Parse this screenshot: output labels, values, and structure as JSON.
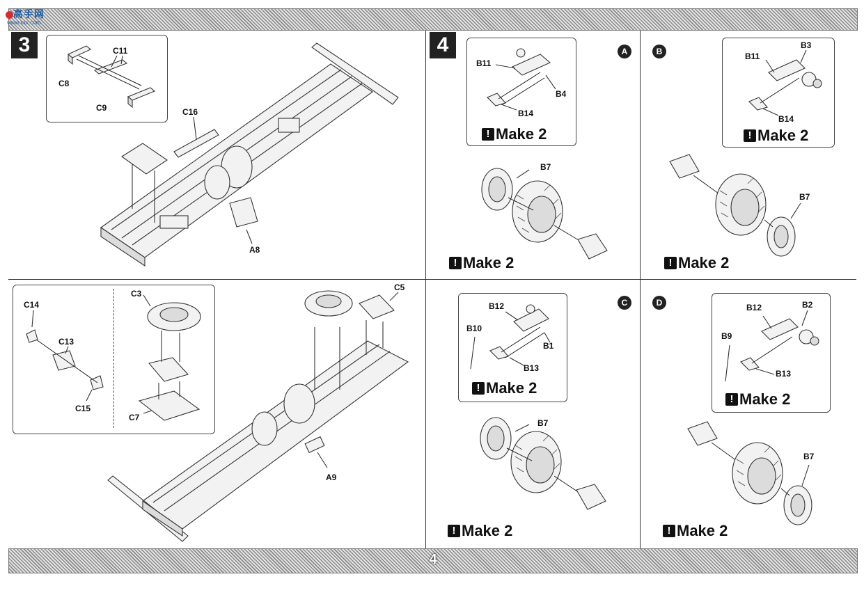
{
  "header": {
    "logo": "高手网",
    "logo_sub": "www.xxx.com"
  },
  "footer": {
    "page_number": "4"
  },
  "steps": {
    "s3": {
      "number": "3"
    },
    "s4": {
      "number": "4"
    }
  },
  "variants": {
    "a": "A",
    "b": "B",
    "c": "C",
    "d": "D"
  },
  "make_text": "Make 2",
  "labels": {
    "c11": "C11",
    "c8": "C8",
    "c9": "C9",
    "c16": "C16",
    "a8": "A8",
    "c14": "C14",
    "c13": "C13",
    "c15": "C15",
    "c3": "C3",
    "c7": "C7",
    "c5": "C5",
    "a9": "A9",
    "a_b11": "B11",
    "a_b4": "B4",
    "a_b14": "B14",
    "a_b7": "B7",
    "b_b11": "B11",
    "b_b3": "B3",
    "b_b14": "B14",
    "b_b7": "B7",
    "c_b12": "B12",
    "c_b10": "B10",
    "c_b1": "B1",
    "c_b13": "B13",
    "c_b7": "B7",
    "d_b12": "B12",
    "d_b2": "B2",
    "d_b9": "B9",
    "d_b13": "B13",
    "d_b7": "B7"
  },
  "colors": {
    "band": "#8a8a8a",
    "ink": "#111111",
    "badge": "#222222"
  }
}
